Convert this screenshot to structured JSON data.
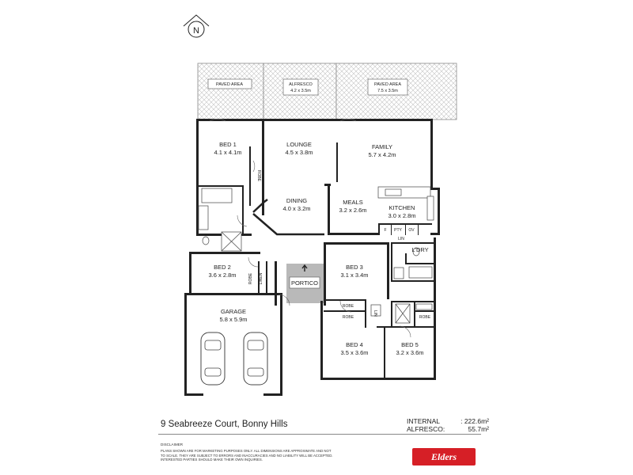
{
  "compass": {
    "letter": "N"
  },
  "outdoor": {
    "paved_left": {
      "name": "PAVED AREA"
    },
    "alfresco": {
      "name": "ALFRESCO",
      "dim": "4.2 x 3.5m"
    },
    "paved_right": {
      "name": "PAVED AREA",
      "dim": "7.5 x 3.5m"
    }
  },
  "rooms": {
    "bed1": {
      "name": "BED 1",
      "dim": "4.1 x 4.1m"
    },
    "lounge": {
      "name": "LOUNGE",
      "dim": "4.5 x 3.8m"
    },
    "family": {
      "name": "FAMILY",
      "dim": "5.7 x 4.2m"
    },
    "dining": {
      "name": "DINING",
      "dim": "4.0 x 3.2m"
    },
    "meals": {
      "name": "MEALS",
      "dim": "3.2 x 2.6m"
    },
    "kitchen": {
      "name": "KITCHEN",
      "dim": "3.0 x 2.8m"
    },
    "bed2": {
      "name": "BED 2",
      "dim": "3.6 x 2.8m"
    },
    "bed3": {
      "name": "BED 3",
      "dim": "3.1 x 3.4m"
    },
    "garage": {
      "name": "GARAGE",
      "dim": "5.8 x 5.9m"
    },
    "bed4": {
      "name": "BED 4",
      "dim": "3.5 x 3.6m"
    },
    "bed5": {
      "name": "BED 5",
      "dim": "3.2 x 3.6m"
    },
    "portico": {
      "name": "PORTICO"
    },
    "laundry": {
      "name": "L'DRY"
    }
  },
  "small_labels": {
    "robe_bed1": "ROBE",
    "robe_bed2": "ROBE",
    "linen": "LINEN",
    "robe_bed3": "ROBE",
    "robe_bed4": "ROBE",
    "robe_bed5": "ROBE",
    "lin_kitchen": "LIN",
    "lin_hall": "LIN",
    "fridge": "F",
    "pantry": "PTY",
    "oven": "OV"
  },
  "footer": {
    "address": "9 Seabreeze Court, Bonny Hills",
    "internal_label": "INTERNAL",
    "internal_value": ": 222.6m²",
    "alfresco_label": "ALFRESCO:",
    "alfresco_value": "55.7m²",
    "disclaimer_title": "DISCLAIMER",
    "disclaimer_text": "PLANS SHOWN ARE FOR MARKETING PURPOSES ONLY. ALL DIMENSIONS ARE APPROXIMATE AND NOT TO SCALE. THEY ARE SUBJECT TO ERRORS AND INACCURACIES AND NO LIABILITY WILL BE ACCEPTED. INTERESTED PARTIES SHOULD MAKE THEIR OWN INQUIRIES.",
    "brand": "Elders"
  },
  "colors": {
    "wall": "#222222",
    "brand": "#d61f26",
    "portico": "#b9b9b9"
  }
}
